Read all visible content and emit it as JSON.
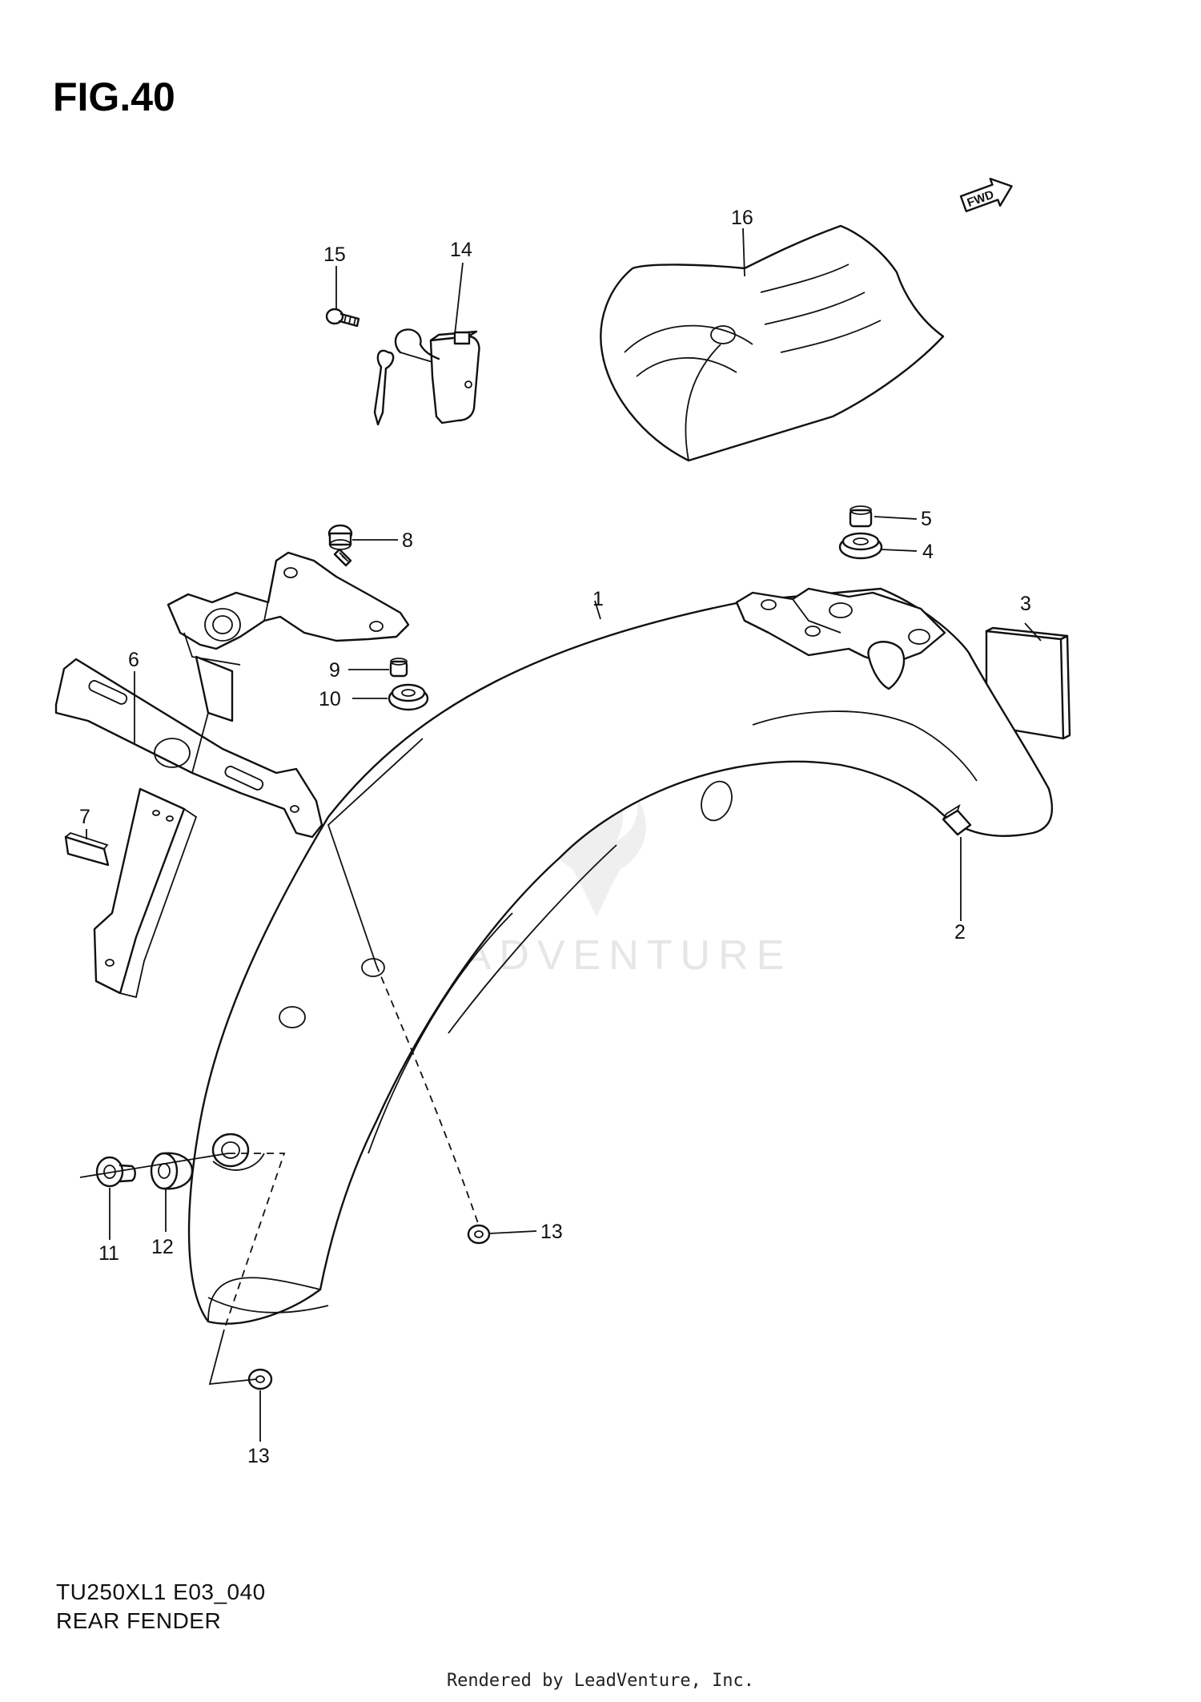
{
  "figure": {
    "title": "FIG.40",
    "model_code": "TU250XL1 E03_040",
    "section_name": "REAR FENDER",
    "render_note": "Rendered by LeadVenture, Inc.",
    "watermark": "LEADVENTURE",
    "direction_indicator": "FWD"
  },
  "callouts": [
    {
      "id": "1",
      "label": "1"
    },
    {
      "id": "2",
      "label": "2"
    },
    {
      "id": "3",
      "label": "3"
    },
    {
      "id": "4",
      "label": "4"
    },
    {
      "id": "5",
      "label": "5"
    },
    {
      "id": "6",
      "label": "6"
    },
    {
      "id": "7",
      "label": "7"
    },
    {
      "id": "8",
      "label": "8"
    },
    {
      "id": "9",
      "label": "9"
    },
    {
      "id": "10",
      "label": "10"
    },
    {
      "id": "11",
      "label": "11"
    },
    {
      "id": "12",
      "label": "12"
    },
    {
      "id": "13a",
      "label": "13"
    },
    {
      "id": "13b",
      "label": "13"
    },
    {
      "id": "14",
      "label": "14"
    },
    {
      "id": "15",
      "label": "15"
    },
    {
      "id": "16",
      "label": "16"
    }
  ],
  "colors": {
    "line": "#111111",
    "watermark": "#e6e6e6",
    "background": "#ffffff"
  }
}
